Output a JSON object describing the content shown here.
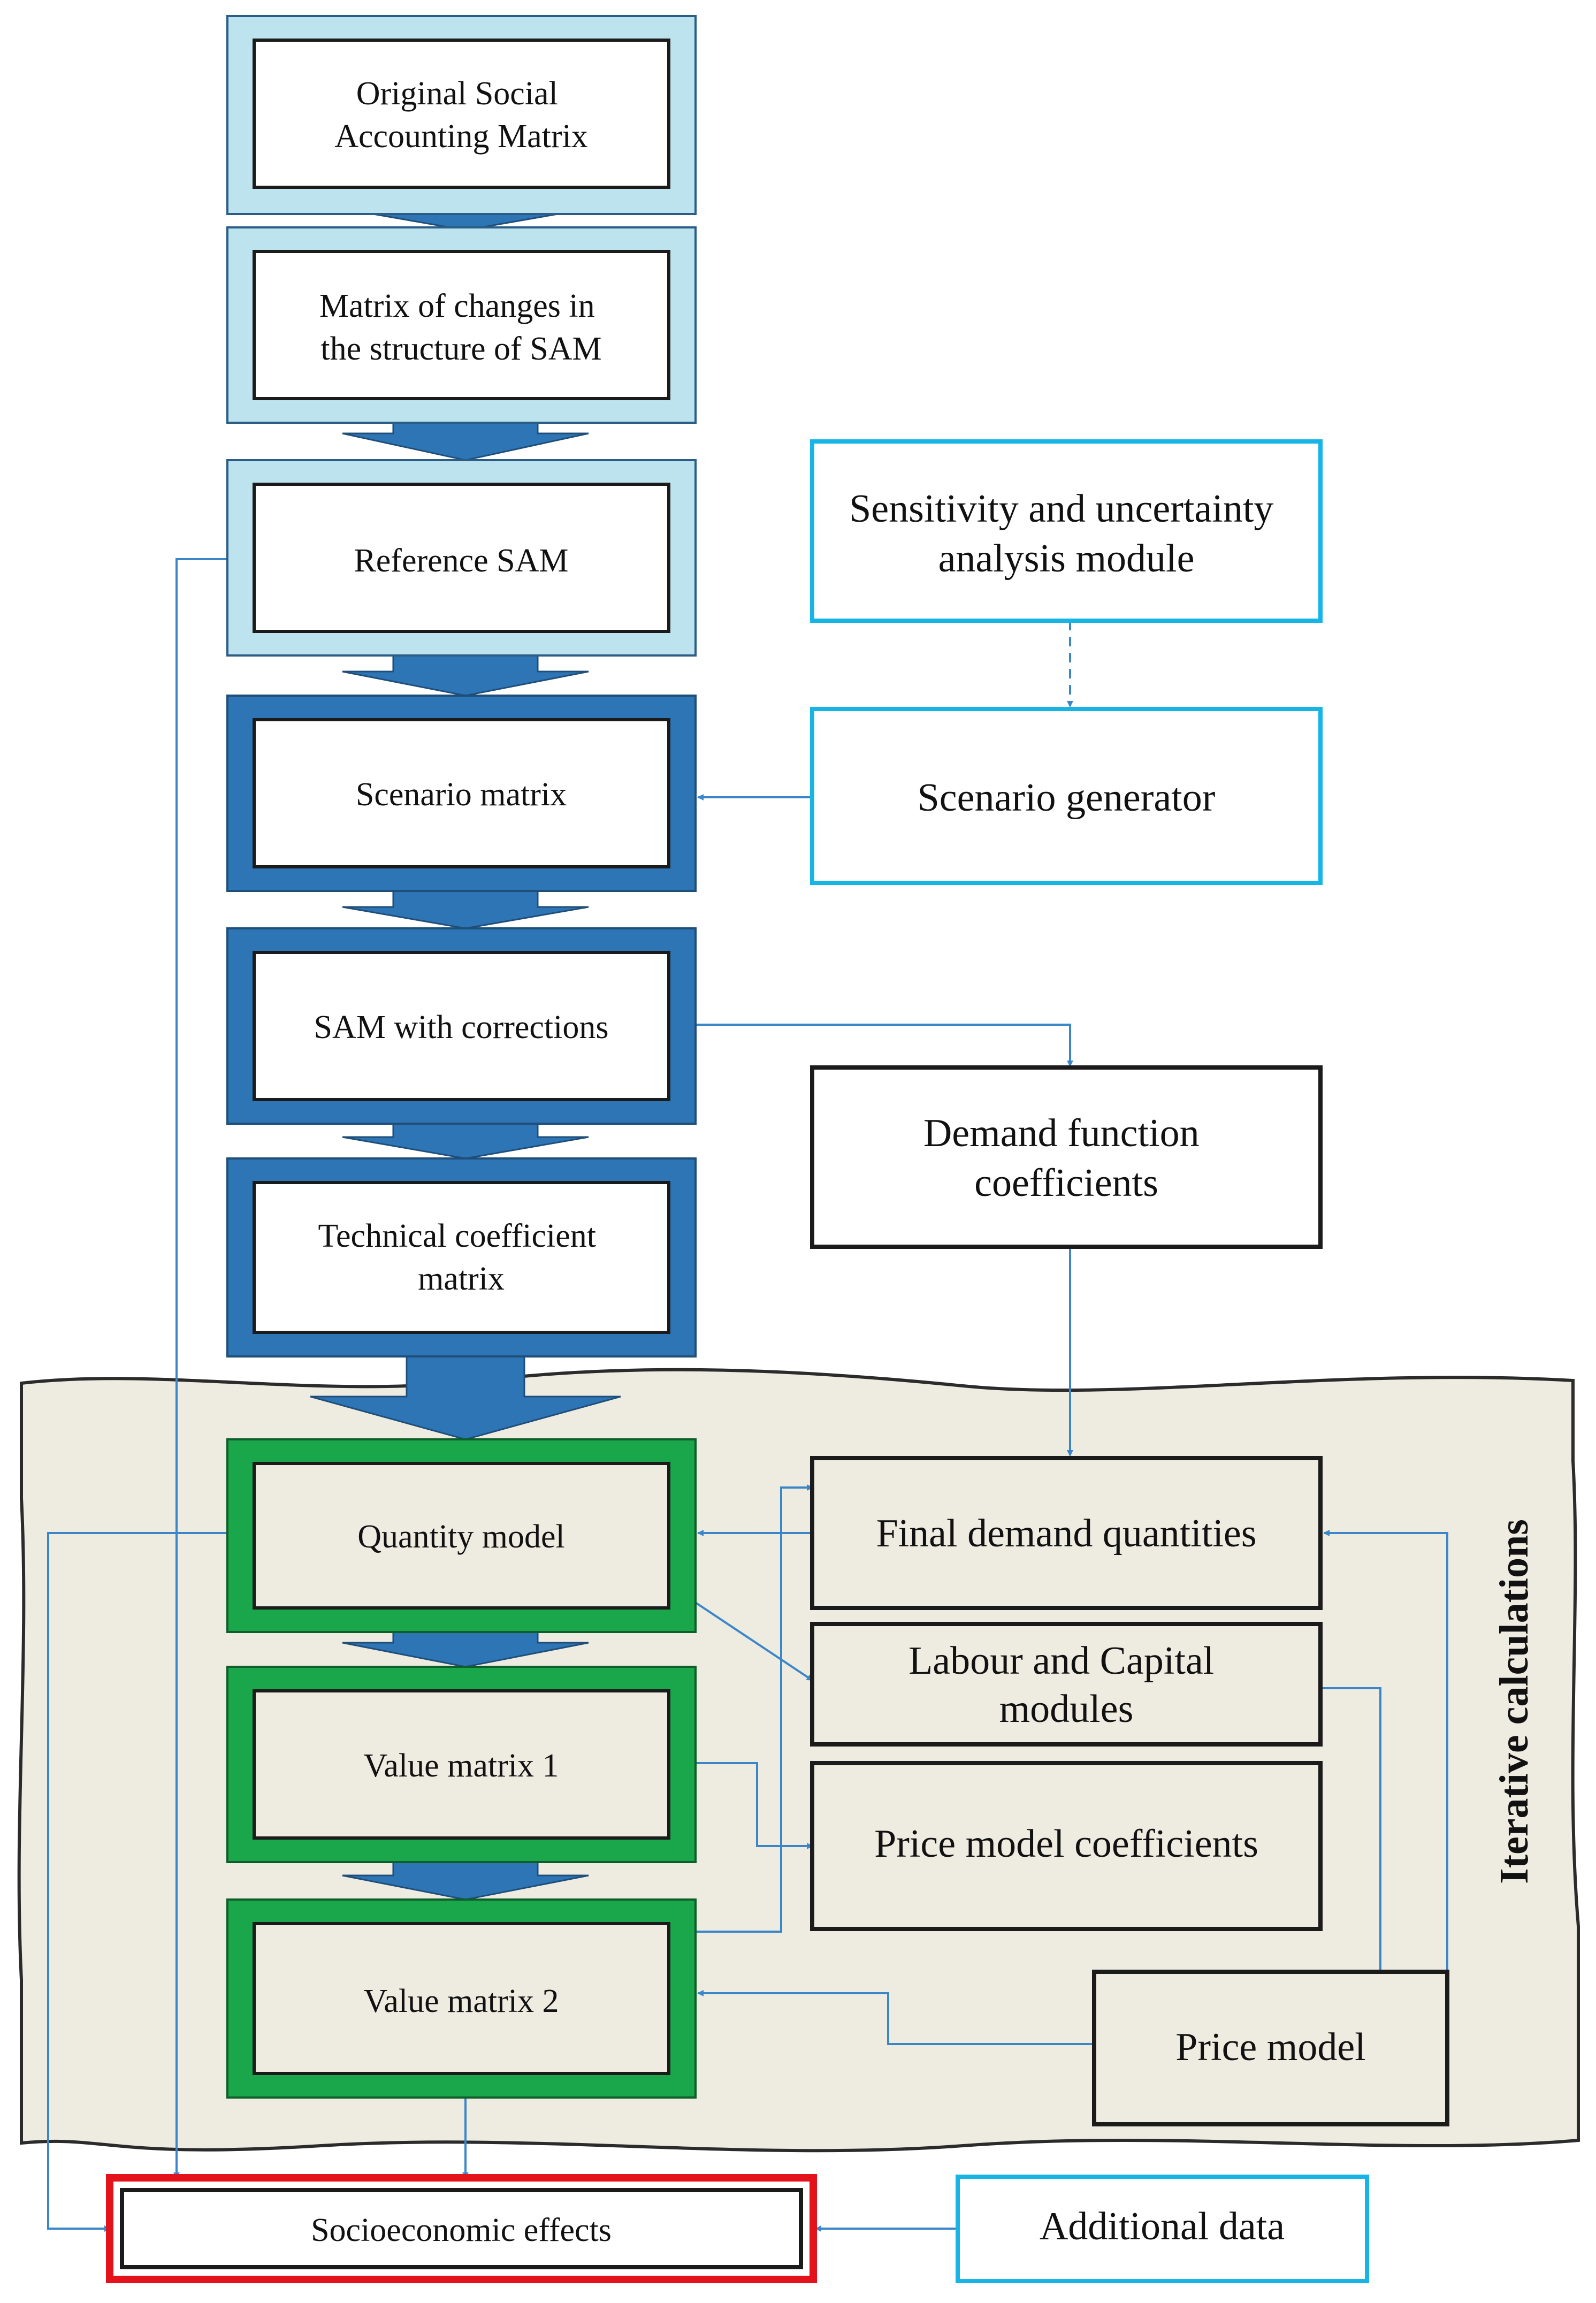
{
  "chain": [
    {
      "id": "original_sam",
      "lines": [
        "Original Social",
        "Accounting Matrix"
      ],
      "style": "light"
    },
    {
      "id": "matrix_changes",
      "lines": [
        "Matrix of changes in",
        "the structure of SAM"
      ],
      "style": "light"
    },
    {
      "id": "reference_sam",
      "lines": [
        "Reference SAM"
      ],
      "style": "light"
    },
    {
      "id": "scenario_matrix",
      "lines": [
        "Scenario matrix"
      ],
      "style": "dark"
    },
    {
      "id": "sam_corrections",
      "lines": [
        "SAM with corrections"
      ],
      "style": "dark"
    },
    {
      "id": "technical_coeff",
      "lines": [
        "Technical coefficient",
        "matrix"
      ],
      "style": "dark"
    },
    {
      "id": "quantity_model",
      "lines": [
        "Quantity model"
      ],
      "style": "green"
    },
    {
      "id": "value_matrix_1",
      "lines": [
        "Value matrix 1"
      ],
      "style": "green"
    },
    {
      "id": "value_matrix_2",
      "lines": [
        "Value matrix 2"
      ],
      "style": "green"
    }
  ],
  "side": [
    {
      "id": "sensitivity_module",
      "lines": [
        "Sensitivity and uncertainty",
        "analysis module"
      ],
      "style": "cyan"
    },
    {
      "id": "scenario_generator",
      "lines": [
        "Scenario generator"
      ],
      "style": "cyan"
    },
    {
      "id": "demand_function",
      "lines": [
        "Demand function",
        "coefficients"
      ],
      "style": "black"
    },
    {
      "id": "final_demand",
      "lines": [
        "Final demand quantities"
      ],
      "style": "black"
    },
    {
      "id": "labour_capital",
      "lines": [
        "Labour and Capital",
        "modules"
      ],
      "style": "black"
    },
    {
      "id": "price_model_coeff",
      "lines": [
        "Price model coefficients"
      ],
      "style": "black"
    },
    {
      "id": "price_model",
      "lines": [
        "Price model"
      ],
      "style": "black"
    },
    {
      "id": "additional_data",
      "lines": [
        "Additional data"
      ],
      "style": "cyan"
    }
  ],
  "output": {
    "id": "socioeconomic_effects",
    "lines": [
      "Socioeconomic effects"
    ],
    "style": "red"
  },
  "iterative_label": "Iterative calculations",
  "colors": {
    "light_outer": "#bde4ee",
    "dark_outer": "#2e75b6",
    "green_outer": "#1aa64a",
    "cyan_border": "#17b4e6",
    "red_border": "#e3121b",
    "connector": "#3a86c8",
    "big_arrow": "#2e75b6",
    "iterative_bg": "#eeebe1"
  }
}
